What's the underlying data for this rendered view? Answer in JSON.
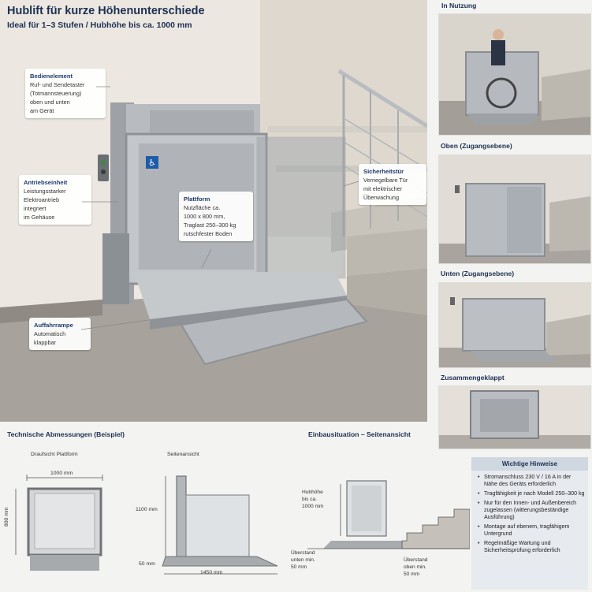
{
  "header": {
    "title": "Hublift für kurze Höhenunterschiede",
    "subtitle": "Ideal für 1–3 Stufen / Hubhöhe bis ca. 1000 mm"
  },
  "callouts": {
    "bedienelement": {
      "heading": "Bedienelement",
      "lines": [
        "Ruf- und Sendetaster",
        "(Totmannsteuerung)",
        "oben und unten",
        "am Gerät"
      ]
    },
    "antriebseinheit": {
      "heading": "Antriebseinheit",
      "lines": [
        "Leistungsstarker",
        "Elektroantrieb",
        "integriert",
        "im Gehäuse"
      ]
    },
    "plattform": {
      "heading": "Plattform",
      "lines": [
        "Nutzfläche ca.",
        "1000 x 800 mm,",
        "Traglast 250–300 kg",
        "rutschfester Boden"
      ]
    },
    "sicherheitstuer": {
      "heading": "Sicherheitstür",
      "lines": [
        "Verriegelbare Tür",
        "mit elektrischer",
        "Überwachung"
      ]
    },
    "auffahrrampe": {
      "heading": "Auffahrrampe",
      "lines": [
        "Automatisch",
        "klappbar"
      ]
    }
  },
  "side_views": {
    "in_nutzung": "In Nutzung",
    "oben": "Oben (Zugangsebene)",
    "unten": "Unten (Zugangsebene)",
    "zusammengeklappt": "Zusammengeklappt"
  },
  "technical": {
    "section_title": "Technische Abmessungen (Beispiel)",
    "top_view_title": "Draufsicht Plattform",
    "top_view_width": "1000 mm",
    "top_view_depth": "800 mm",
    "side_view_title": "Seitenansicht",
    "side_height": "1100 mm",
    "side_length": "1450 mm",
    "side_base": "50 mm"
  },
  "installation": {
    "section_title": "Einbausituation – Seitenansicht",
    "hubhoehe_lines": [
      "Hubhöhe",
      "bis ca.",
      "1000 mm"
    ],
    "ueberstand_unten_lines": [
      "Überstand",
      "unten min.",
      "50 mm"
    ],
    "ueberstand_oben_lines": [
      "Überstand",
      "oben min.",
      "50 mm"
    ]
  },
  "notes": {
    "heading": "Wichtige Hinweise",
    "items": [
      "Stromanschluss 230 V / 16 A in der Nähe des Geräts erforderlich",
      "Tragfähigkeit je nach Modell 250–300 kg",
      "Nur für den Innen- und Außenbereich zugelassen (witterungsbeständige Ausführung)",
      "Montage auf ebenem, tragfähigem Untergrund",
      "Regelmäßige Wartung und Sicherheitsprüfung erforderlich"
    ]
  },
  "colors": {
    "navy": "#1c2f52",
    "accent_blue": "#1e5aa8"
  }
}
